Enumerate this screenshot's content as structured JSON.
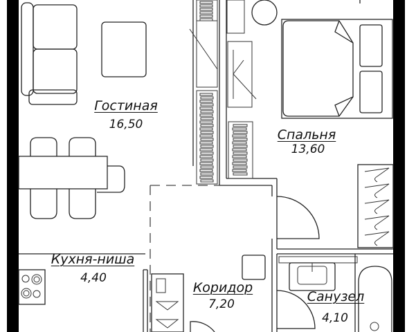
{
  "rooms": [
    {
      "name": "Гостиная",
      "area": "16,50"
    },
    {
      "name": "Спальня",
      "area": "13,60"
    },
    {
      "name": "Кухня-ниша",
      "area": "4,40"
    },
    {
      "name": "Коридор",
      "area": "7,20"
    },
    {
      "name": "Санузел",
      "area": "4,10"
    }
  ],
  "colors": {
    "wall": "#000000",
    "line": "#222222",
    "background": "#ffffff"
  }
}
